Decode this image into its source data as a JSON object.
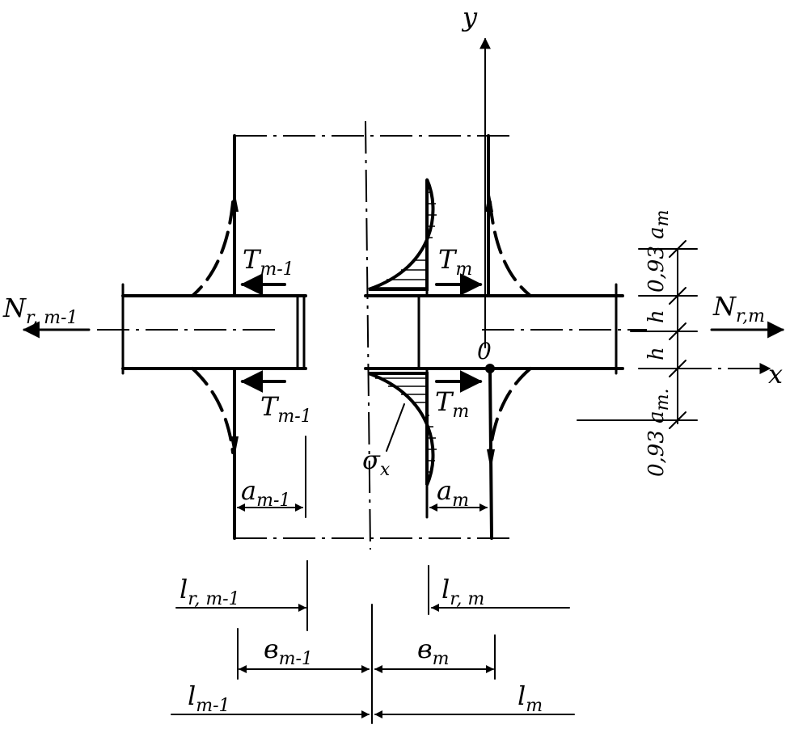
{
  "labels": {
    "y_axis": "y",
    "x_axis": "x",
    "origin": "0",
    "N_left_main": "N",
    "N_left_sub": "r, m-1",
    "N_right_main": "N",
    "N_right_sub": "r,m",
    "T_upper_left_main": "T",
    "T_upper_left_sub": "m-1",
    "T_lower_left_main": "T",
    "T_lower_left_sub": "m-1",
    "T_upper_right_main": "T",
    "T_upper_right_sub": "m",
    "T_lower_right_main": "T",
    "T_lower_right_sub": "m",
    "sigma_main": "σ",
    "sigma_sub": "x",
    "a_left_main": "a",
    "a_left_sub": "m-1",
    "a_right_main": "a",
    "a_right_sub": "m",
    "dim_093am_top": "0,93 a",
    "dim_093am_top_sub": "m",
    "dim_h_top": "h",
    "dim_h_bottom": "h",
    "dim_093am_bottom": "0,93 a",
    "dim_093am_bottom_sub": "m.",
    "l_r_left_main": "l",
    "l_r_left_sub": "r, m-1",
    "l_r_right_main": "l",
    "l_r_right_sub": "r, m",
    "b_left_main": "в",
    "b_left_sub": "m-1",
    "b_right_main": "в",
    "b_right_sub": "m",
    "l_left_main": "l",
    "l_left_sub": "m-1",
    "l_right_main": "l",
    "l_right_sub": "m"
  }
}
